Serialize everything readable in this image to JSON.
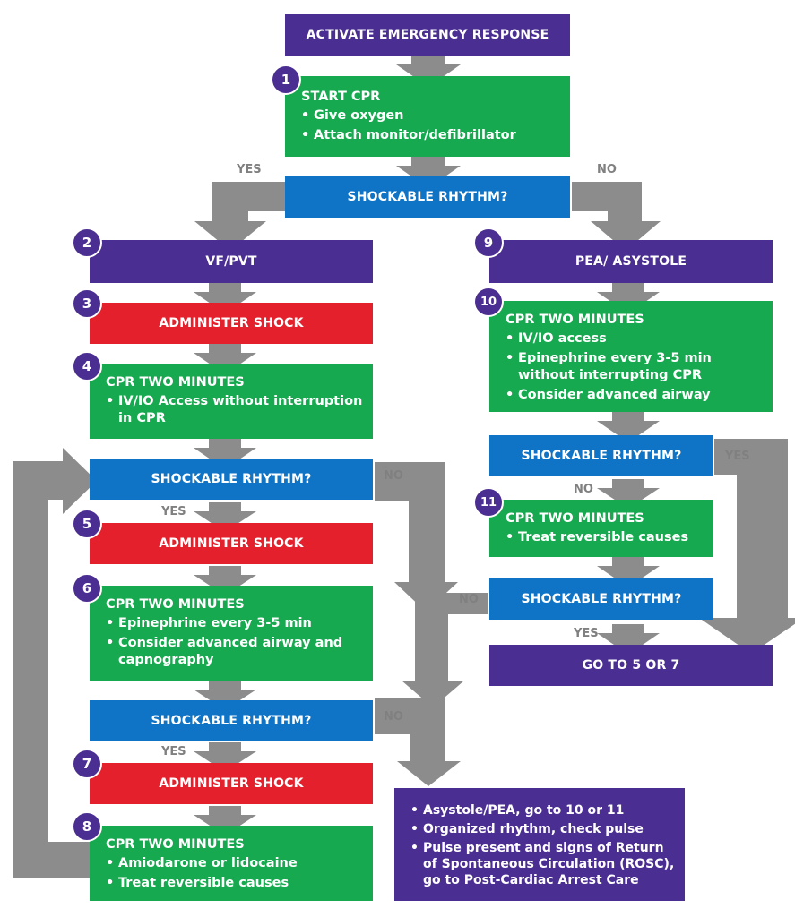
{
  "top": {
    "label": "ACTIVATE EMERGENCY RESPONSE"
  },
  "steps": {
    "s1": {
      "number": "1",
      "heading": "START CPR",
      "items": [
        "Give oxygen",
        "Attach monitor/defibrillator"
      ]
    },
    "rhythm_check": {
      "label": "SHOCKABLE RHYTHM?"
    },
    "s2": {
      "number": "2",
      "label": "VF/PVT"
    },
    "s3": {
      "number": "3",
      "label": "ADMINISTER SHOCK"
    },
    "s4": {
      "number": "4",
      "heading": "CPR TWO MINUTES",
      "items": [
        "IV/IO Access without interruption in CPR"
      ]
    },
    "check_a": {
      "label": "SHOCKABLE RHYTHM?"
    },
    "s5": {
      "number": "5",
      "label": "ADMINISTER SHOCK"
    },
    "s6": {
      "number": "6",
      "heading": "CPR TWO MINUTES",
      "items": [
        "Epinephrine every 3-5 min",
        "Consider advanced airway and capnography"
      ]
    },
    "check_b": {
      "label": "SHOCKABLE RHYTHM?"
    },
    "s7": {
      "number": "7",
      "label": "ADMINISTER SHOCK"
    },
    "s8": {
      "number": "8",
      "heading": "CPR TWO MINUTES",
      "items": [
        "Amiodarone or lidocaine",
        "Treat reversible causes"
      ]
    },
    "s9": {
      "number": "9",
      "label": "PEA/ ASYSTOLE"
    },
    "s10": {
      "number": "10",
      "heading": "CPR TWO MINUTES",
      "items": [
        "IV/IO access",
        "Epinephrine every 3-5 min without interrupting CPR",
        "Consider advanced airway"
      ]
    },
    "check_c": {
      "label": "SHOCKABLE RHYTHM?"
    },
    "s11": {
      "number": "11",
      "heading": "CPR TWO MINUTES",
      "items": [
        "Treat reversible causes"
      ]
    },
    "check_d": {
      "label": "SHOCKABLE RHYTHM?"
    },
    "goto": {
      "label": "GO TO 5 OR 7"
    },
    "final": {
      "items": [
        "Asystole/PEA, go to 10 or 11",
        "Organized rhythm, check pulse",
        "Pulse present and signs of Return of Spontaneous Circulation (ROSC), go to Post-Cardiac Arrest Care"
      ]
    }
  },
  "labels": {
    "yes": "YES",
    "no": "NO"
  },
  "colors": {
    "purple": "#4b2e91",
    "green": "#16a94f",
    "blue": "#0f73c6",
    "red": "#e3202c",
    "arrow": "#8c8c8c"
  }
}
